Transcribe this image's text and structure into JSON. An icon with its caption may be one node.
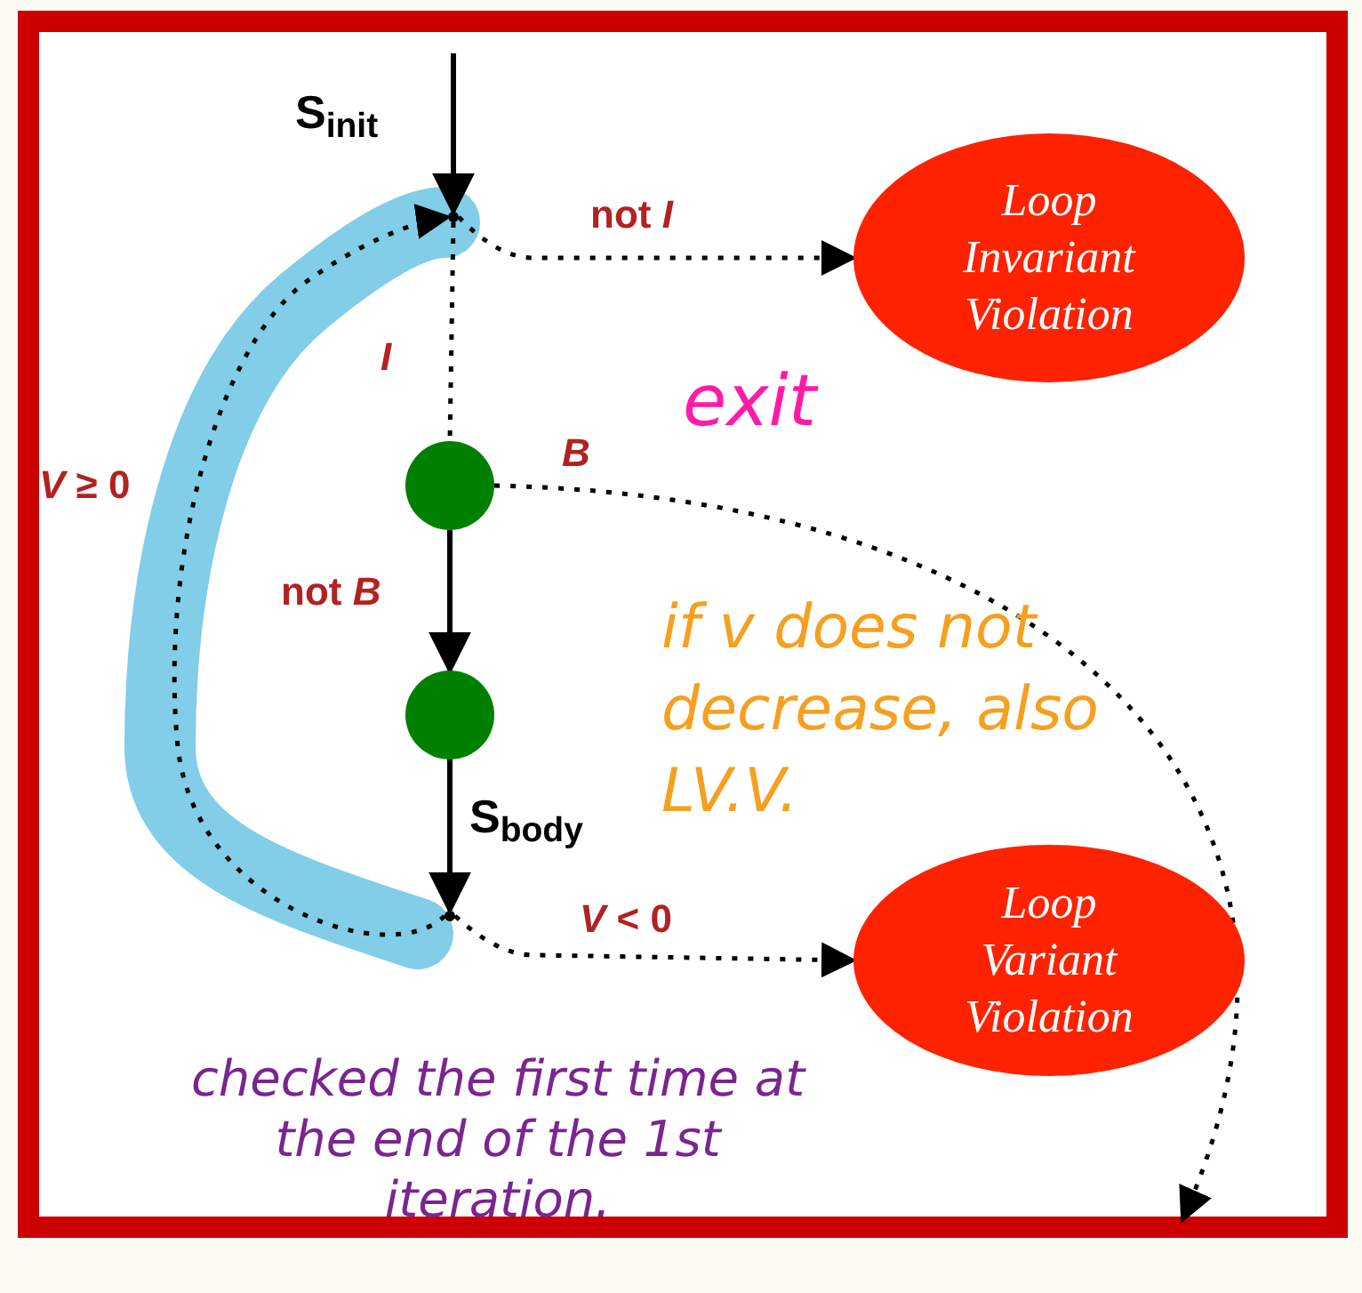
{
  "diagram": {
    "nodes": [
      {
        "text": [],
        "shape": "point"
      },
      {
        "text": [
          "Loop Invariant Violation"
        ]
      },
      {
        "text": [],
        "shape": "circle"
      },
      {
        "text": [],
        "shape": "circle"
      },
      {
        "text": [],
        "shape": "point"
      },
      {
        "text": [
          "Loop Variant Violation"
        ]
      }
    ],
    "edges": [
      {
        "from": null,
        "to": 0,
        "arrow": "to",
        "label": "S$_{init}$"
      },
      {
        "from": 0,
        "to": 1,
        "arrow": "to",
        "label": "not *I*",
        "style": "dashed"
      },
      {
        "from": 0,
        "to": 2,
        "arrow": "none",
        "label": "*I*",
        "style": "dashed"
      },
      {
        "from": 2,
        "to": 3,
        "arrow": "to",
        "label": "not *B*"
      },
      {
        "from": 2,
        "to": null,
        "arrow": "to",
        "label": "*B*",
        "style": "dashed"
      },
      {
        "from": 3,
        "to": 4,
        "arrow": "to",
        "label": "S$_{body}$"
      },
      {
        "from": 4,
        "to": 5,
        "arrow": "to",
        "label": "*V* < 0",
        "style": "dashed"
      },
      {
        "from": 4,
        "to": 0,
        "arrow": "to",
        "label": "*V* ≥ 0",
        "style": "dashed"
      }
    ],
    "labels": [
      "exit",
      "if v does not decrease, also LV.V.",
      "checked the first time at the end of the 1st iteration."
    ]
  }
}
